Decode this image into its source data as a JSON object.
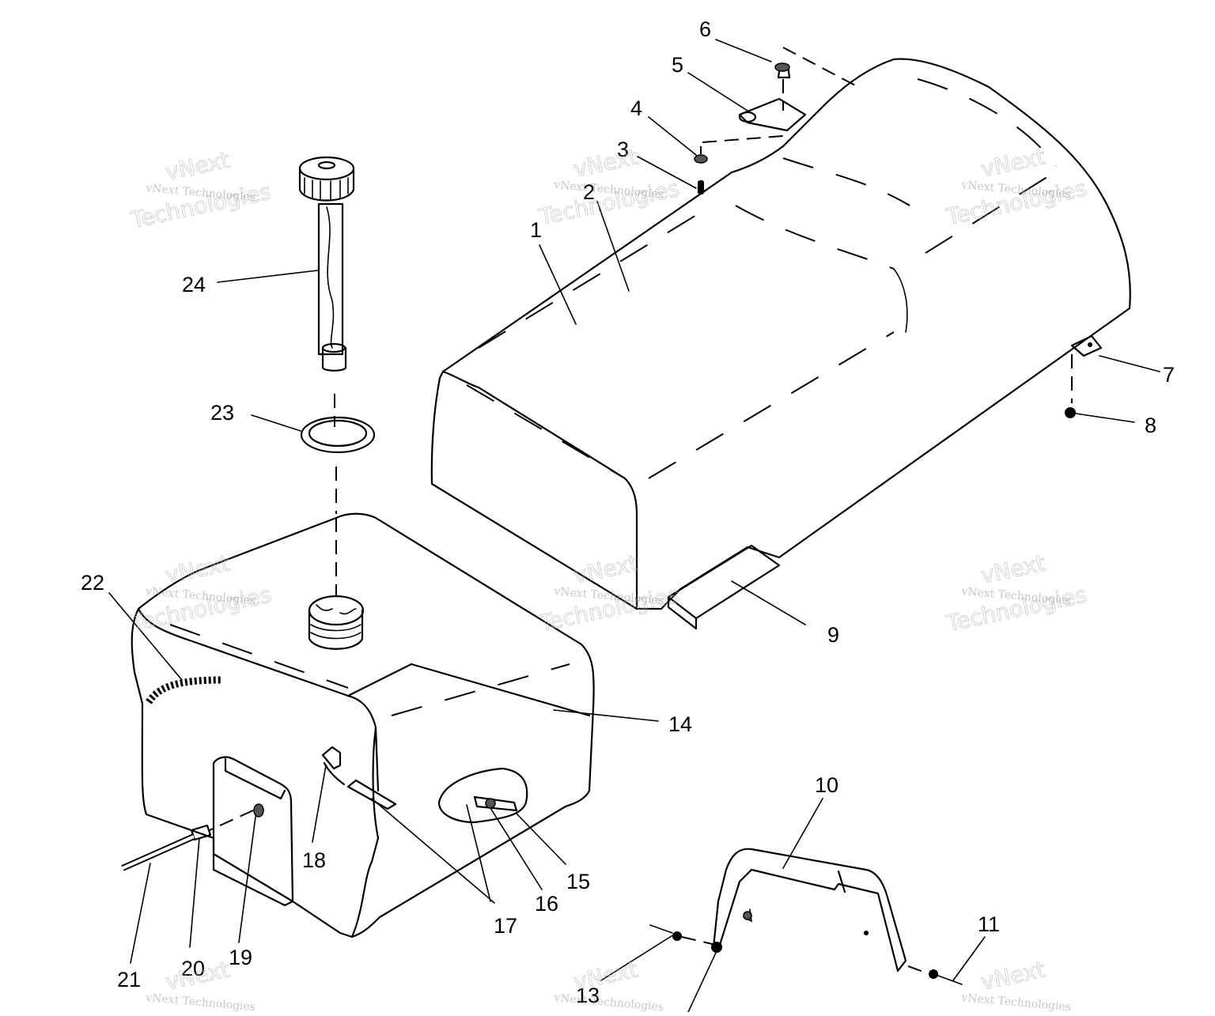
{
  "callouts": {
    "c1": "1",
    "c2": "2",
    "c3": "3",
    "c4": "4",
    "c5": "5",
    "c6": "6",
    "c7": "7",
    "c8": "8",
    "c9": "9",
    "c10": "10",
    "c11": "11",
    "c13": "13",
    "c14": "14",
    "c15": "15",
    "c16": "16",
    "c17": "17",
    "c18": "18",
    "c19": "19",
    "c20": "20",
    "c21": "21",
    "c22": "22",
    "c23": "23",
    "c24": "24"
  },
  "watermark": {
    "line1": "vNext Technologies",
    "big_top": "vNext",
    "big_bottom": "Technologies"
  }
}
